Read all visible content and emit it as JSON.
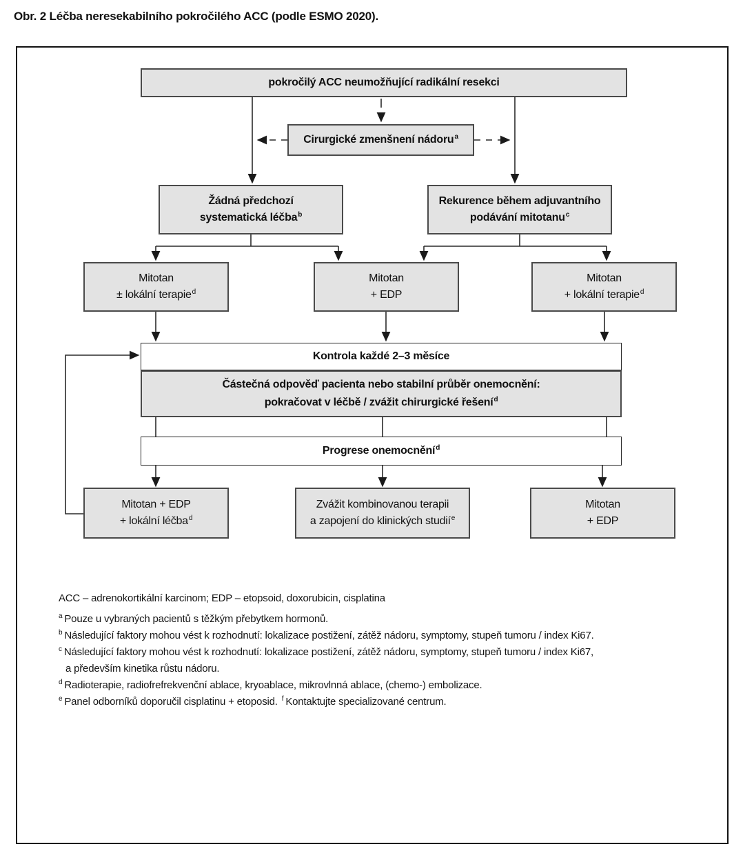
{
  "title": "Obr. 2 Léčba neresekabilního pokročilého ACC (podle ESMO 2020).",
  "colors": {
    "box_fill": "#e3e3e3",
    "box_border": "#4a4a4a",
    "connector_line": "#2a2a2a",
    "frame_border": "#111111"
  },
  "flowchart": {
    "advanced_acc": {
      "line1": "pokročilý ACC neumožňující radikální resekci"
    },
    "surgical_debulking": {
      "line1": "Cirurgické zmenšnení nádoru",
      "sup1": "a"
    },
    "no_prior_therapy": {
      "line1": "Žádná předchozí",
      "line2": "systematická léčba",
      "sup2": "b"
    },
    "recurrence_adjuvant": {
      "line1": "Rekurence během adjuvantního",
      "line2": "podávání mitotanu",
      "sup2": "c"
    },
    "mitotane_local": {
      "line1": "Mitotan",
      "line2": "± lokální terapie",
      "sup2": "d"
    },
    "mitotane_edp": {
      "line1": "Mitotan",
      "line2": "+ EDP"
    },
    "mitotane_local_right": {
      "line1": "Mitotan",
      "line2": "+ lokální terapie",
      "sup2": "d"
    },
    "control": {
      "line1": "Kontrola každé 2–3 měsíce"
    },
    "partial_response": {
      "line1": "Částečná odpověď pacienta nebo stabilní průběr onemocnění:",
      "line2": "pokračovat v léčbě / zvážit chirurgické řešení",
      "sup2": "d"
    },
    "progression": {
      "line1": "Progrese onemocnění",
      "sup1": "d"
    },
    "mitotane_edp_local": {
      "line1": "Mitotan + EDP",
      "line2": "+ lokální léčba",
      "sup2": "d"
    },
    "combo_trials": {
      "line1": "Zvážit kombinovanou terapii",
      "line2": "a zapojení do klinických studií",
      "sup2": "e"
    },
    "mitotane_edp_bottom": {
      "line1": "Mitotan",
      "line2": "+ EDP"
    }
  },
  "legend": {
    "abbreviations": "ACC – adrenokortikální karcinom; EDP – etopsoid, doxorubicin, cisplatina"
  },
  "footnotes": [
    {
      "marker": "a",
      "text": "Pouze u vybraných pacientů s těžkým přebytkem hormonů."
    },
    {
      "marker": "b",
      "text": "Následující faktory mohou vést k rozhodnutí: lokalizace postižení, zátěž nádoru, symptomy, stupeň tumoru / index Ki67."
    },
    {
      "marker": "c",
      "text": "Následující faktory mohou vést k rozhodnutí: lokalizace postižení, zátěž nádoru, symptomy, stupeň tumoru / index Ki67,"
    },
    {
      "marker": "",
      "text": "a především kinetika růstu nádoru."
    },
    {
      "marker": "d",
      "text": "Radioterapie, radiofrefrekvenční ablace, kryoablace, mikrovlnná ablace, (chemo-) embolizace."
    },
    {
      "marker": "e",
      "text": "Panel odborníků doporučil cisplatinu + etoposid.",
      "marker2": "f",
      "text2": "Kontaktujte specializované centrum."
    }
  ]
}
